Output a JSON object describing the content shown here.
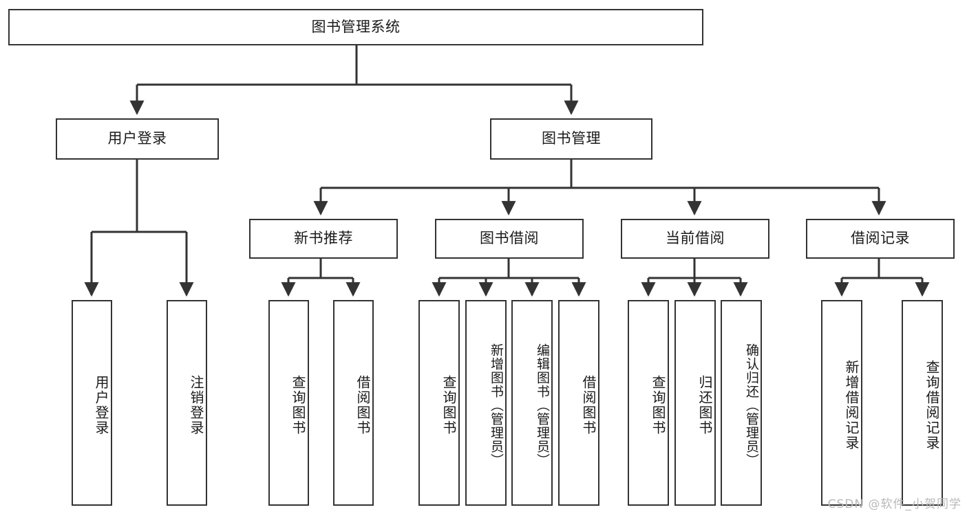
{
  "diagram": {
    "title": "图书管理系统",
    "type": "tree",
    "stroke_color": "#333333",
    "fill_color": "#ffffff",
    "text_color": "#1a1a1a",
    "watermark": "CSDN @软件_小贺同学"
  },
  "root": {
    "label": "图书管理系统"
  },
  "level2": [
    {
      "label": "用户登录"
    },
    {
      "label": "图书管理"
    }
  ],
  "level3": [
    {
      "label": "新书推荐"
    },
    {
      "label": "图书借阅"
    },
    {
      "label": "当前借阅"
    },
    {
      "label": "借阅记录"
    }
  ],
  "leaves": {
    "user_login": [
      {
        "label": "用户登录"
      },
      {
        "label": "注销登录"
      }
    ],
    "new_book": [
      {
        "label": "查询图书"
      },
      {
        "label": "借阅图书"
      }
    ],
    "book_borrow": [
      {
        "label": "查询图书"
      },
      {
        "label": "新增图书（管理员）"
      },
      {
        "label": "编辑图书（管理员）"
      },
      {
        "label": "借阅图书"
      }
    ],
    "current_borrow": [
      {
        "label": "查询图书"
      },
      {
        "label": "归还图书"
      },
      {
        "label": "确认归还（管理员）"
      }
    ],
    "borrow_record": [
      {
        "label": "新增借阅记录"
      },
      {
        "label": "查询借阅记录"
      }
    ]
  }
}
